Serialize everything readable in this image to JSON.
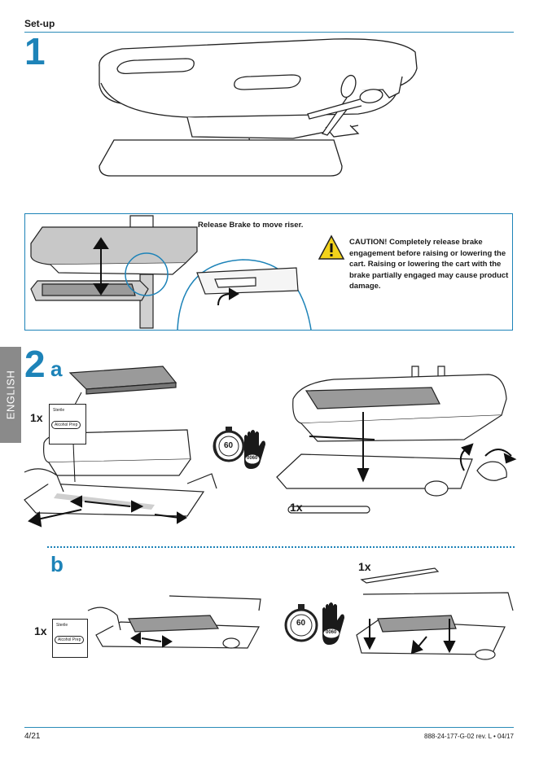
{
  "header": {
    "title": "Set-up"
  },
  "steps": {
    "one": "1",
    "two": "2",
    "two_a": "a",
    "two_b": "b"
  },
  "brake_panel": {
    "instruction": "Release Brake to move riser.",
    "caution": "CAUTION! Completely release brake engagement before raising or lowering the cart. Raising or lowering the cart with the brake partially engaged may cause product damage."
  },
  "side_tab": {
    "language": "ENGLISH"
  },
  "step2a": {
    "wipe_qty": "1x",
    "wipe_label_top": "Sterile",
    "wipe_label": "Alcohol Prep",
    "timer_value": "60",
    "hand_marking": "0060",
    "strip_qty": "1x"
  },
  "step2b": {
    "wipe_qty": "1x",
    "wipe_label_top": "Sterile",
    "wipe_label": "Alcohol Prep",
    "timer_value": "60",
    "hand_marking": "0060",
    "strip_qty": "1x"
  },
  "footer": {
    "page": "4/21",
    "doc_ref": "888-24-177-G-02 rev. L • 04/17"
  },
  "colors": {
    "accent": "#1d83b8",
    "caution_yellow": "#f2d21b",
    "tab_gray": "#8a8a8a"
  },
  "icons": [
    "scissors-icon",
    "caution-icon",
    "timer-icon",
    "hand-icon",
    "arrow-icon"
  ]
}
